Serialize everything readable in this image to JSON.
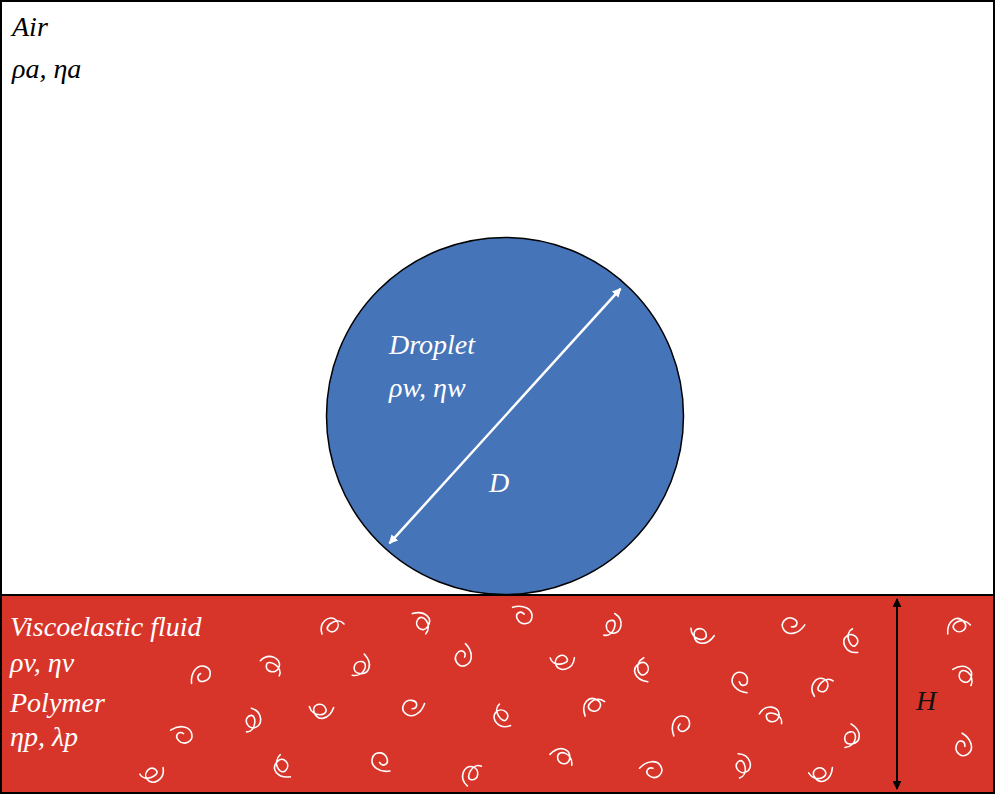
{
  "diagram": {
    "nodes": [
      {
        "text": [
          "Air",
          "ρa, ηa"
        ]
      },
      {
        "text": [
          "Droplet",
          "ρw, ηw",
          "D"
        ],
        "in": 0
      },
      {
        "text": [
          "Viscoelastic fluid",
          "ρv, ηv",
          "Polymer",
          "ηp, λp",
          "H"
        ]
      }
    ]
  }
}
